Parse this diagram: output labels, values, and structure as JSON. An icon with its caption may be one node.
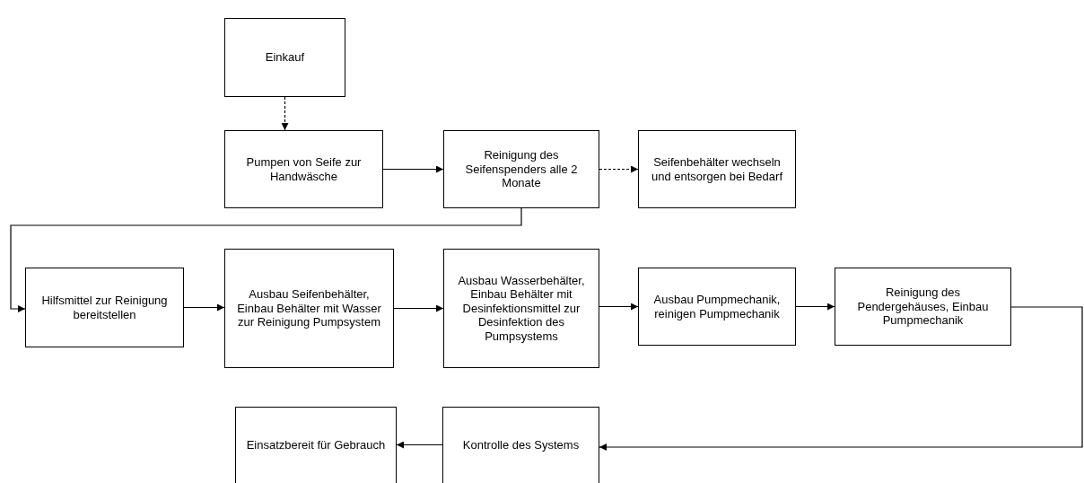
{
  "diagram": {
    "nodes": [
      {
        "text": [
          "Einkauf"
        ]
      },
      {
        "text": [
          "Pumpen von Seife zur Handwäsche"
        ]
      },
      {
        "text": [
          "Reinigung des Seifenspenders alle 2 Monate"
        ]
      },
      {
        "text": [
          "Seifenbehälter wechseln und entsorgen bei Bedarf"
        ]
      },
      {
        "text": [
          "Hilfsmittel zur Reinigung bereitstellen"
        ]
      },
      {
        "text": [
          "Ausbau Seifenbehälter, Einbau Behälter mit Wasser zur Reinigung Pumpsystem"
        ]
      },
      {
        "text": [
          "Ausbau Wasserbehälter, Einbau Behälter mit Desinfektionsmittel zur Desinfektion des Pumpsystems"
        ]
      },
      {
        "text": [
          "Ausbau Pumpmechanik, reinigen Pumpmechanik"
        ]
      },
      {
        "text": [
          "Reinigung des Pendergehäuses, Einbau Pumpmechanik"
        ]
      },
      {
        "text": [
          "Kontrolle des Systems"
        ]
      },
      {
        "text": [
          "Einsatzbereit für Gebrauch"
        ]
      }
    ],
    "edges": [
      {
        "from": 0,
        "to": 1,
        "arrow": "to",
        "style": "dashed"
      },
      {
        "from": 1,
        "to": 2,
        "arrow": "to"
      },
      {
        "from": 2,
        "to": 3,
        "arrow": "to",
        "style": "dashed"
      },
      {
        "from": 2,
        "to": 4,
        "arrow": "to"
      },
      {
        "from": 4,
        "to": 5,
        "arrow": "to"
      },
      {
        "from": 5,
        "to": 6,
        "arrow": "to"
      },
      {
        "from": 6,
        "to": 7,
        "arrow": "to"
      },
      {
        "from": 7,
        "to": 8,
        "arrow": "to"
      },
      {
        "from": 8,
        "to": 9,
        "arrow": "to"
      },
      {
        "from": 9,
        "to": 10,
        "arrow": "to"
      }
    ]
  }
}
